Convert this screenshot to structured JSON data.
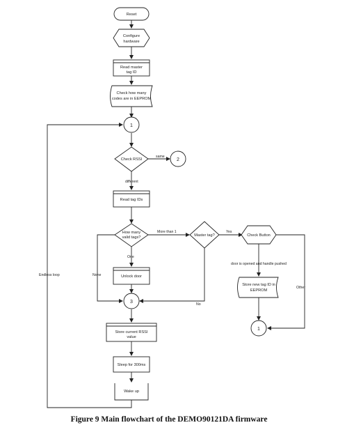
{
  "diagram": {
    "nodes": {
      "reset": "Reset",
      "configure": [
        "Configure",
        "hardware"
      ],
      "read_master": [
        "Read master",
        "tag ID"
      ],
      "check_tags": [
        "Check how many",
        "codes are in EEPROM"
      ],
      "conn_1_top": "1",
      "check_rssi": "Check RSSI",
      "conn_2": "2",
      "read_ids": "Read tag IDs",
      "how_many": [
        "How many",
        "valid tags?"
      ],
      "master_tag": "Master tag?",
      "check_button": "Check Button",
      "unlock": "Unlock door",
      "conn_3": "3",
      "store_code": [
        "Store new tag ID in",
        "EEPROM"
      ],
      "conn_1_bottom": "1",
      "store_rssi": [
        "Store current RSSI",
        "value"
      ],
      "sleep": "Sleep for 300ms",
      "wake": "Wake up"
    },
    "edge_labels": {
      "same": "same",
      "different": "different",
      "more_than_1": "More than 1",
      "one": "One",
      "none": "None",
      "yes": "Yes",
      "no": "No",
      "door_open": "door is opened and handle pushed",
      "other": "Other",
      "endless_loop": "Endless loop"
    }
  },
  "caption": "Figure 9 Main flowchart of the DEMO90121DA firmware"
}
